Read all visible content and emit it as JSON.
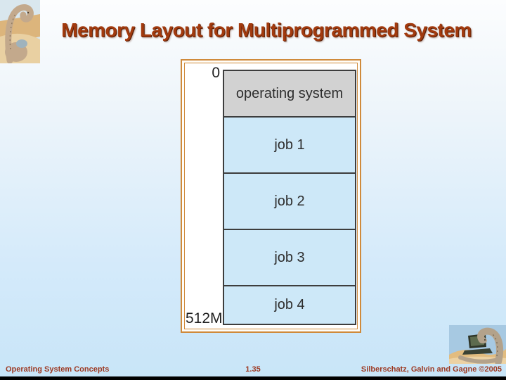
{
  "slide": {
    "title": "Memory Layout for Multiprogrammed System",
    "footer": {
      "left": "Operating System Concepts",
      "page": "1.35",
      "right": "Silberschatz, Galvin and Gagne ©2005"
    }
  },
  "diagram": {
    "start_address_label": "0",
    "end_address_label": "512M",
    "segments": [
      {
        "label": "operating system",
        "kind": "os"
      },
      {
        "label": "job 1",
        "kind": "job"
      },
      {
        "label": "job 2",
        "kind": "job"
      },
      {
        "label": "job 3",
        "kind": "job"
      },
      {
        "label": "job 4",
        "kind": "job"
      }
    ]
  },
  "icons": {
    "top_left": "dinosaur-reading-logo",
    "bottom_right": "dinosaur-laptop-logo"
  },
  "colors": {
    "title_text": "#a23a0e",
    "frame_border": "#cf8a3b",
    "os_fill": "#d2d2d2",
    "job_fill": "#cde8f8",
    "segment_border": "#3d3d3d",
    "footer_text": "#9d3922",
    "background_bottom": "#c8e5f8"
  }
}
